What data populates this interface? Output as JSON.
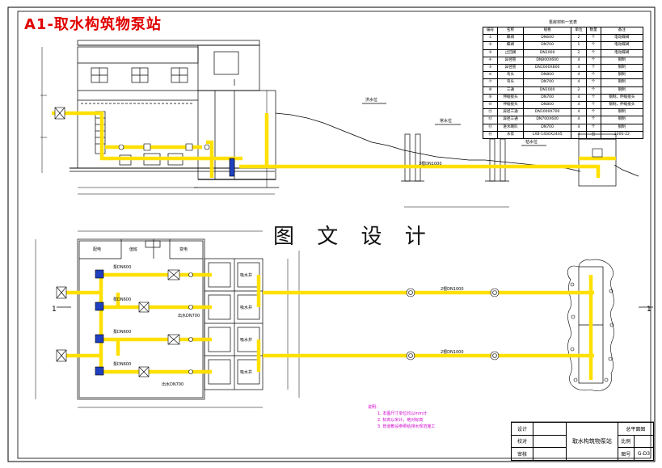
{
  "drawing": {
    "title": "A1-取水构筑物泵站",
    "watermark": "图 文 设 计",
    "section_mark_left": "1",
    "section_mark_right": "1"
  },
  "materials_table": {
    "header": "泵房材料一览表",
    "columns": [
      "编号",
      "名称",
      "规格",
      "单位",
      "数量",
      "备注"
    ],
    "rows": [
      [
        "①",
        "蝶阀",
        "DN600",
        "2",
        "个",
        "电动蝶阀"
      ],
      [
        "②",
        "蝶阀",
        "DN700",
        "1",
        "个",
        "电动蝶阀"
      ],
      [
        "③",
        "止回阀",
        "DN1000",
        "2",
        "个",
        "电动蝶阀"
      ],
      [
        "④",
        "异径管",
        "DN800X600",
        "4",
        "个",
        "钢制"
      ],
      [
        "⑤",
        "异径管",
        "DN1000X800",
        "4",
        "个",
        "钢制"
      ],
      [
        "⑥",
        "弯头",
        "DN800",
        "4",
        "个",
        "钢制"
      ],
      [
        "⑦",
        "弯头",
        "DN700",
        "4",
        "个",
        "钢制"
      ],
      [
        "⑧",
        "三通",
        "DN1000",
        "2",
        "个",
        "钢制"
      ],
      [
        "⑨",
        "伸缩接头",
        "DN700",
        "4",
        "个",
        "钢制，伸缩接头"
      ],
      [
        "⑩",
        "伸缩接头",
        "DN800",
        "4",
        "个",
        "钢制，伸缩接头"
      ],
      [
        "⑪",
        "异径三通",
        "DN1000X700",
        "4",
        "个",
        "钢制"
      ],
      [
        "⑫",
        "异径三通",
        "DN700X600",
        "4",
        "个",
        "钢制"
      ],
      [
        "⑬",
        "进水喇叭",
        "DN700",
        "4",
        "个",
        "钢制"
      ],
      [
        "⑭",
        "水泵",
        "LXB-1400X2405",
        "4",
        "台",
        "200S-22"
      ]
    ]
  },
  "section": {
    "pipe_label": "3根DN1000",
    "level_1": "洪水位",
    "level_2": "常水位",
    "level_3": "枯水位"
  },
  "plan": {
    "pipe_label_top": "2根DN1000",
    "pipe_label_bottom": "2根DN1000",
    "room_a": "配电",
    "room_b": "值班",
    "room_c": "变电",
    "pump_labels": [
      "泵DN600",
      "泵DN600",
      "泵DN600",
      "泵DN600"
    ],
    "wells": [
      "吸水井",
      "吸水井",
      "吸水井",
      "吸水井"
    ],
    "branch_labels": [
      "出水DN700",
      "出水DN700"
    ]
  },
  "notes": {
    "title": "说明：",
    "lines": [
      "1. 本图尺寸单位均以mm计",
      "2. 标高以米计，绝对标高",
      "3. 管道敷设参照给排水规范施工"
    ]
  },
  "title_block": {
    "project": "取水构筑物泵站",
    "drawing_type": "总平面图",
    "sheet_label": "图号",
    "sheet_no": "G-D3",
    "row_labels": [
      "设计",
      "校对",
      "审核"
    ],
    "scale_label": "比例"
  }
}
